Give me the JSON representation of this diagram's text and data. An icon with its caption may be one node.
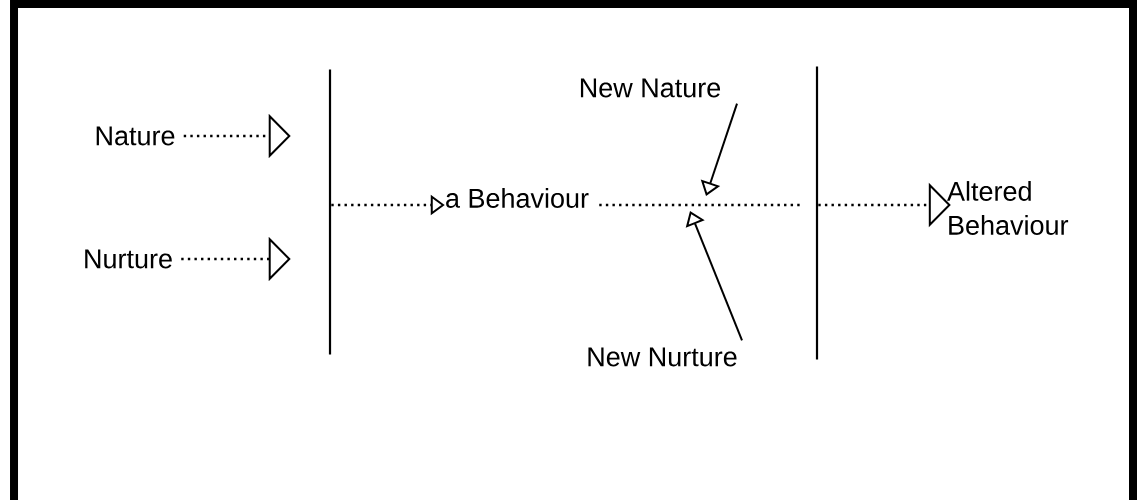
{
  "diagram": {
    "nodes": [
      {
        "text": [
          "Nature"
        ]
      },
      {
        "text": [
          "Nurture"
        ]
      },
      {
        "text": [],
        "shape": "bar"
      },
      {
        "text": [
          "a Behaviour"
        ]
      },
      {
        "text": [
          "New Nature"
        ]
      },
      {
        "text": [
          "New Nurture"
        ]
      },
      {
        "text": [],
        "shape": "bar"
      },
      {
        "text": [
          "Altered Behaviour"
        ]
      }
    ],
    "edges": [
      {
        "from": 0,
        "to": 2,
        "arrow": "to",
        "style": "dashed"
      },
      {
        "from": 1,
        "to": 2,
        "arrow": "to",
        "style": "dashed"
      },
      {
        "from": 2,
        "to": 3,
        "arrow": "to",
        "style": "dashed"
      },
      {
        "from": 3,
        "to": 6,
        "arrow": "none",
        "style": "dashed"
      },
      {
        "from": 4,
        "to": null,
        "arrow": "to"
      },
      {
        "from": 5,
        "to": null,
        "arrow": "to"
      },
      {
        "from": 6,
        "to": 7,
        "arrow": "to",
        "style": "dashed"
      }
    ]
  }
}
